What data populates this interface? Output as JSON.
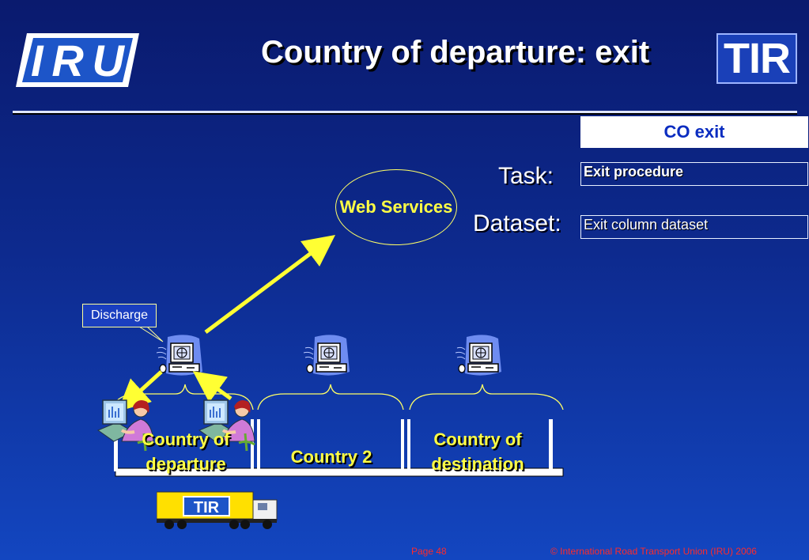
{
  "header": {
    "logo_left_text": "IRU",
    "logo_right_text": "TIR",
    "title": "Country of departure: exit"
  },
  "panel": {
    "heading": "CO exit",
    "task_label": "Task:",
    "task_value": "Exit procedure",
    "dataset_label": "Dataset:",
    "dataset_value": "Exit column dataset"
  },
  "diagram": {
    "web_services": "Web Services",
    "discharge": "Discharge",
    "countries": [
      {
        "label": "Country of departure"
      },
      {
        "label": "Country 2"
      },
      {
        "label": "Country of destination"
      }
    ],
    "truck_label": "TIR"
  },
  "footer": {
    "page": "Page 48",
    "copyright": "© International Road Transport Union (IRU) 2006"
  },
  "colors": {
    "accent_yellow": "#ffff44",
    "footer_red": "#ff2a2a",
    "heading_blue": "#0a2cc0"
  }
}
